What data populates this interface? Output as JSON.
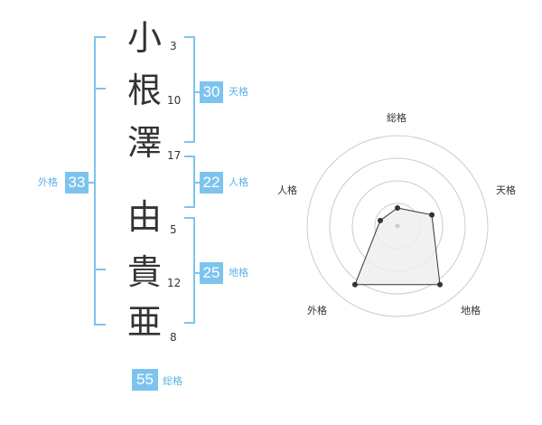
{
  "name": {
    "chars": [
      {
        "char": "小",
        "strokes": "3"
      },
      {
        "char": "根",
        "strokes": "10"
      },
      {
        "char": "澤",
        "strokes": "17"
      },
      {
        "char": "由",
        "strokes": "5"
      },
      {
        "char": "貴",
        "strokes": "12"
      },
      {
        "char": "亜",
        "strokes": "8"
      }
    ]
  },
  "fortunes": {
    "tenkaku": {
      "value": "30",
      "label": "天格"
    },
    "jinkaku": {
      "value": "22",
      "label": "人格"
    },
    "chikaku": {
      "value": "25",
      "label": "地格"
    },
    "gaikaku": {
      "value": "33",
      "label": "外格"
    },
    "soukaku": {
      "value": "55",
      "label": "総格"
    }
  },
  "chart_data": {
    "type": "radar",
    "axes": [
      "総格",
      "天格",
      "地格",
      "外格",
      "人格"
    ],
    "range": [
      0,
      5
    ],
    "rings": 4,
    "values": [
      1,
      2,
      4,
      4,
      1
    ],
    "colors": {
      "fill": "#eeeeee",
      "line": "#333333",
      "grid": "#cccccc",
      "accent": "#7cc4ee"
    }
  }
}
